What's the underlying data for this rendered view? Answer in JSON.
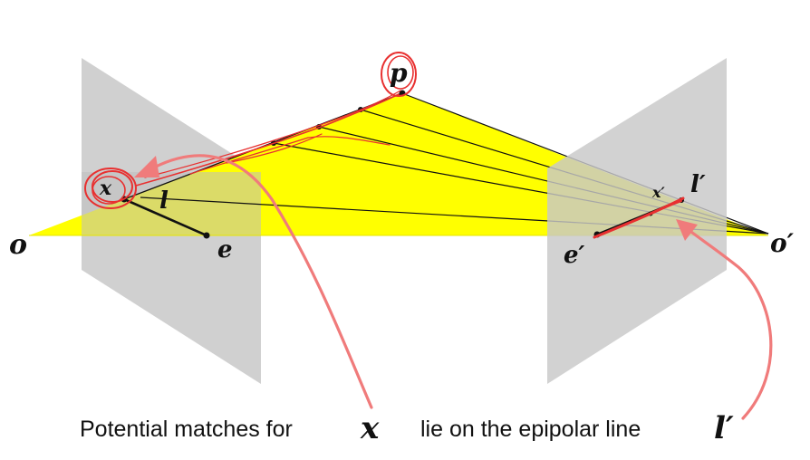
{
  "labels": {
    "o": "o",
    "o_prime": "o′",
    "e": "e",
    "e_prime": "e′",
    "x": "x",
    "x_prime": "x′",
    "l": "l",
    "l_prime": "l′",
    "p": "p"
  },
  "caption": {
    "text_1": "Potential matches for",
    "symbol_1": "x",
    "text_2": "lie on the epipolar line",
    "symbol_2": "l′"
  },
  "colors": {
    "epipolar_plane": "#ffff00",
    "image_plane": "#c8c8c8",
    "annotation": "#e83030",
    "ink": "#111111"
  }
}
